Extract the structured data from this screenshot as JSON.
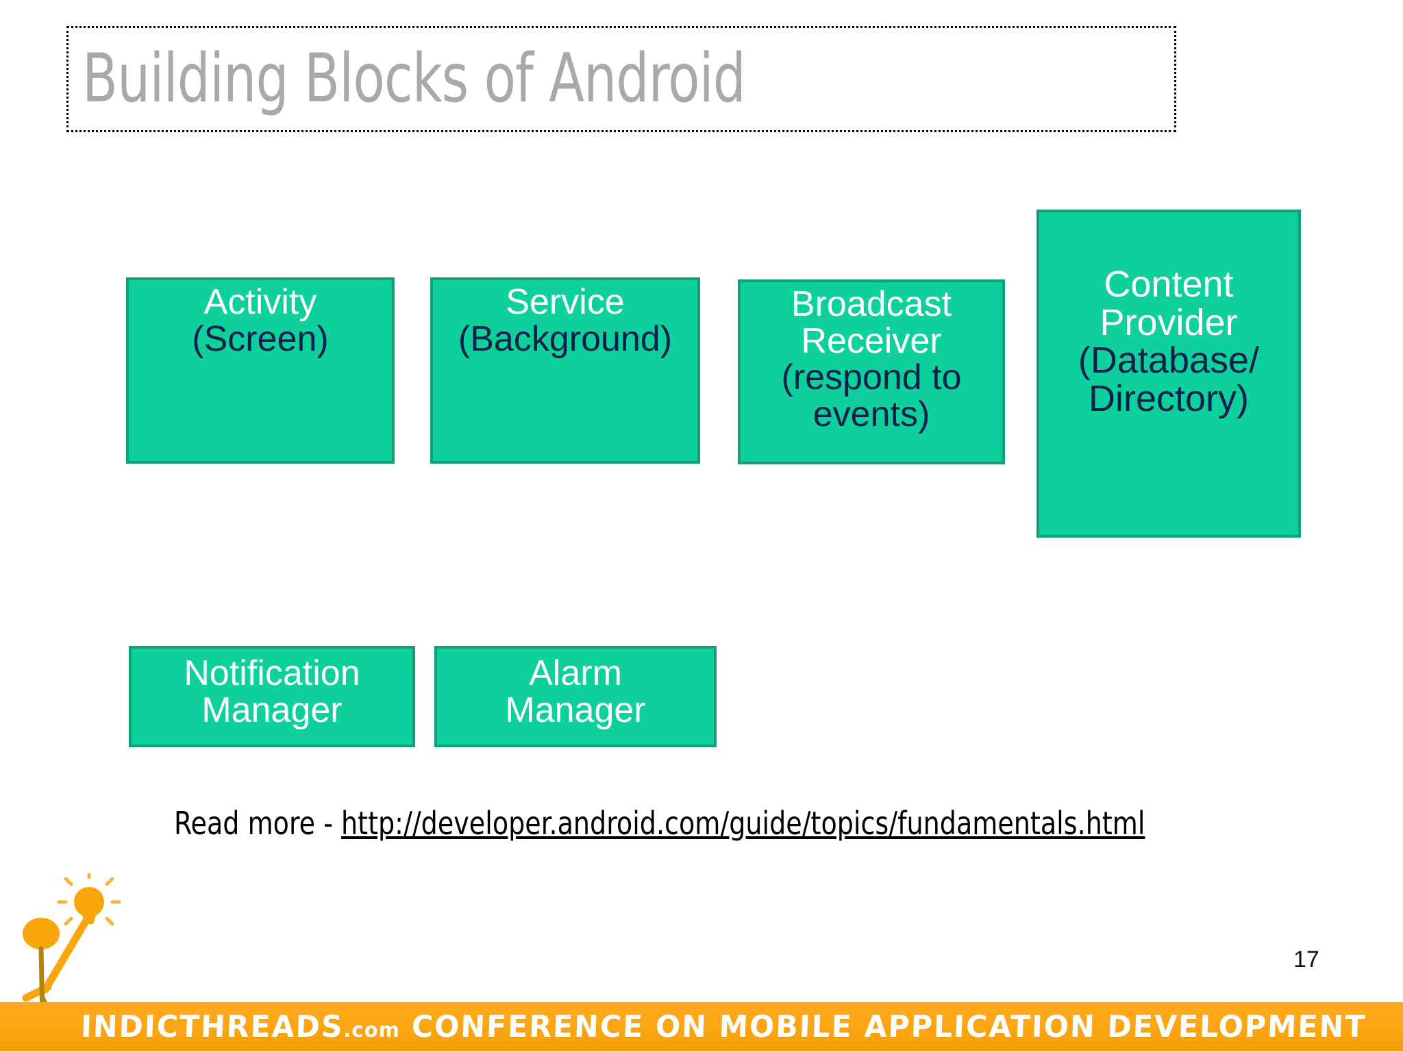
{
  "slide": {
    "title": "Building Blocks of Android",
    "page_number": "17"
  },
  "blocks": {
    "row1": [
      {
        "name": "activity",
        "line1": "Activity",
        "line2": "(Screen)",
        "line3": "",
        "line4": ""
      },
      {
        "name": "service",
        "line1": "Service",
        "line2": "(Background)",
        "line3": "",
        "line4": ""
      },
      {
        "name": "broadcast-receiver",
        "line1": "Broadcast",
        "line2": "Receiver",
        "line3": "(respond to",
        "line4": "events)"
      },
      {
        "name": "content-provider",
        "line1": "Content",
        "line2": "Provider",
        "line3": "(Database/",
        "line4": "Directory)"
      }
    ],
    "row2": [
      {
        "name": "notification-manager",
        "line1": "Notification",
        "line2": "Manager"
      },
      {
        "name": "alarm-manager",
        "line1": "Alarm",
        "line2": "Manager"
      }
    ]
  },
  "readmore": {
    "prefix": "Read more - ",
    "url": "http://developer.android.com/guide/topics/fundamentals.html"
  },
  "footer": {
    "brand": "INDICTHREADS",
    "domain": ".com",
    "tagline": " CONFERENCE ON MOBILE APPLICATION DEVELOPMENT"
  },
  "colors": {
    "block_fill": "#0ed09c",
    "block_border": "#10a078",
    "block_text_primary": "#ffffff",
    "block_text_secondary": "#0c1f4a",
    "title_text": "#a9a9a9",
    "footer_bar": "#fba513",
    "logo_accent": "#f9a60a"
  }
}
